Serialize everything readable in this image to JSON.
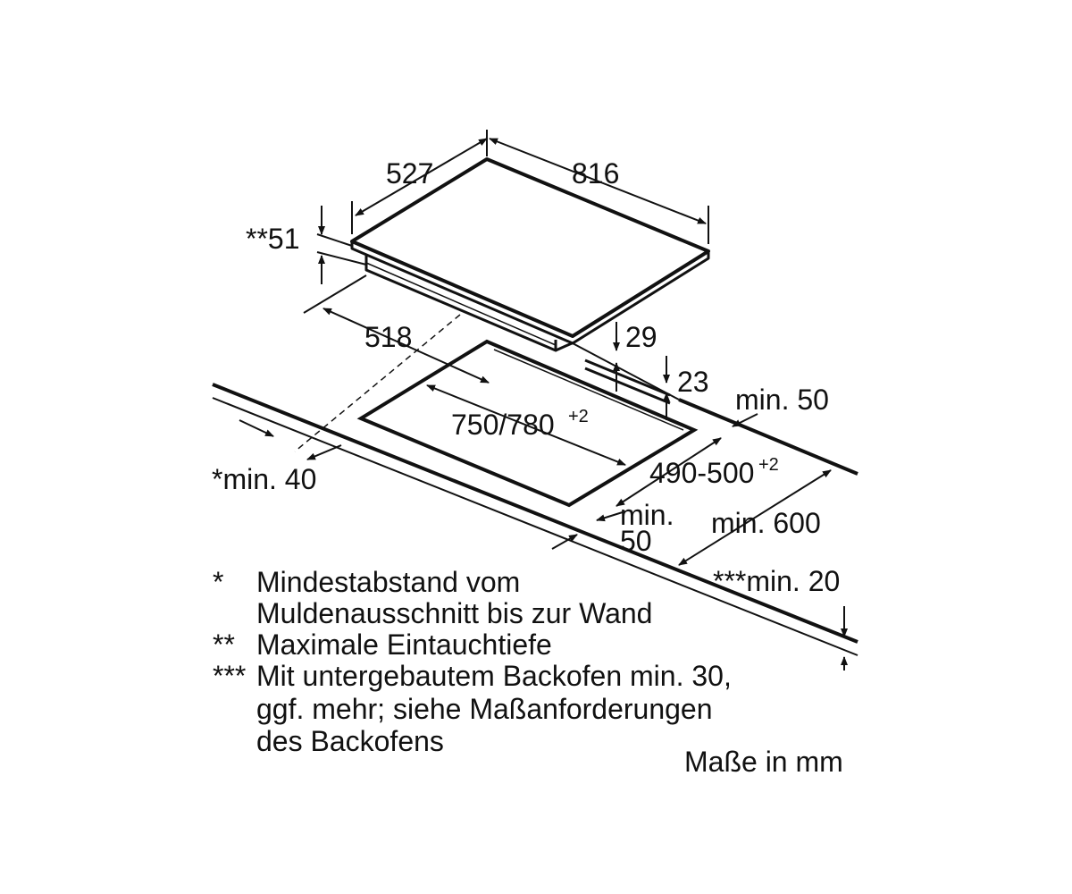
{
  "dimensions": {
    "depth": "527",
    "width": "816",
    "immersion_depth": "**51",
    "cutout_offset": "518",
    "cutout_width": "750/780",
    "cutout_width_tolerance": "+2",
    "cutout_depth": "490-500",
    "cutout_depth_tolerance": "+2",
    "frame_height": "29",
    "frame_thickness": "23",
    "wall_gap": "*min. 40",
    "side_min": "min. 50",
    "front_min_line1": "min.",
    "front_min_line2": "50",
    "worktop_min_depth": "min. 600",
    "oven_gap": "***min. 20"
  },
  "footnotes": [
    {
      "mark": "*",
      "lines": [
        "Mindestabstand vom",
        "Muldenausschnitt bis zur Wand"
      ]
    },
    {
      "mark": "**",
      "lines": [
        "Maximale Eintauchtiefe"
      ]
    },
    {
      "mark": "***",
      "lines": [
        "Mit untergebautem Backofen min. 30,",
        "ggf. mehr; siehe Maßanforderungen",
        "des Backofens"
      ]
    }
  ],
  "units_note": "Maße in mm"
}
